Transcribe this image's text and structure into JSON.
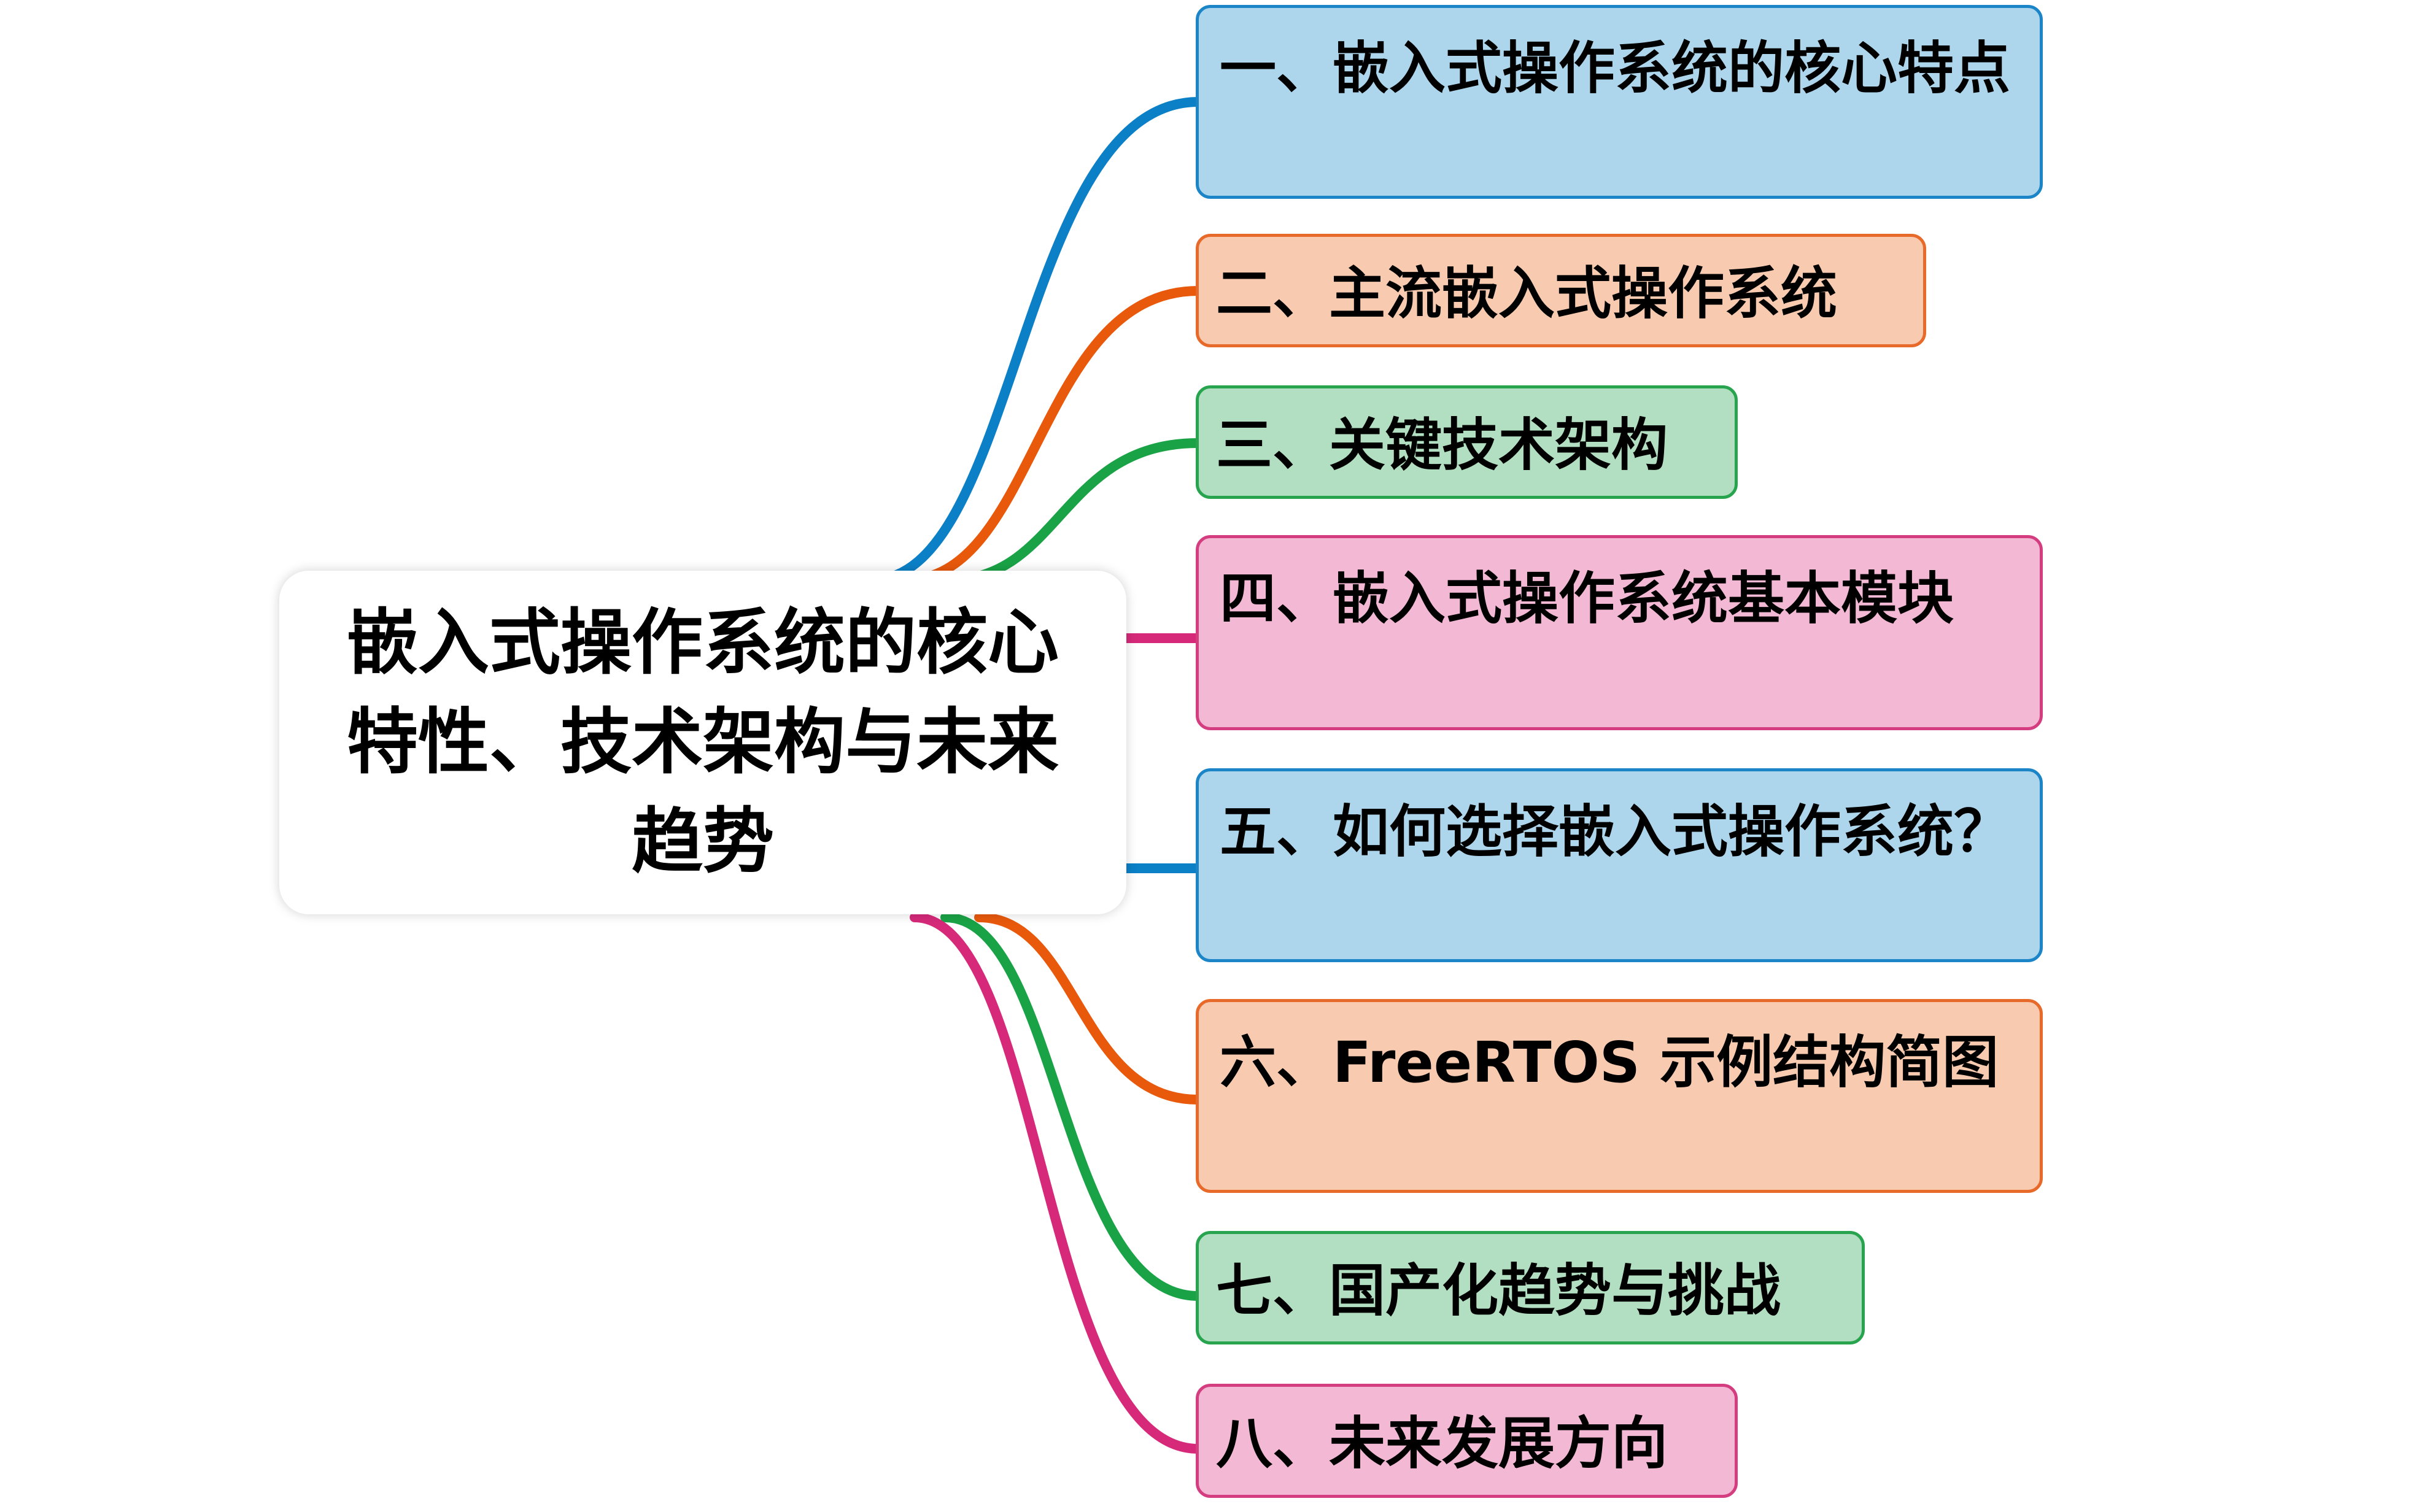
{
  "root": {
    "title": "嵌入式操作系统的核心特性、技术架构与未来趋势"
  },
  "palette": {
    "blue": {
      "stroke": "#0b80c7",
      "fill": "#add6ec",
      "border": "#1b85c8"
    },
    "orange": {
      "stroke": "#e8590c",
      "fill": "#f8cbb0",
      "border": "#e76a2a"
    },
    "green": {
      "stroke": "#1aa346",
      "fill": "#b2dfc1",
      "border": "#28a44f"
    },
    "pink": {
      "stroke": "#d6297a",
      "fill": "#f3b9d4",
      "border": "#d43e80"
    }
  },
  "branches": [
    {
      "label": "一、嵌入式操作系统的核心特点",
      "color": "blue"
    },
    {
      "label": "二、主流嵌入式操作系统",
      "color": "orange"
    },
    {
      "label": "三、关键技术架构",
      "color": "green"
    },
    {
      "label": "四、嵌入式操作系统基本模块",
      "color": "pink"
    },
    {
      "label": "五、如何选择嵌入式操作系统？",
      "color": "blue"
    },
    {
      "label": "六、FreeRTOS 示例结构简图",
      "color": "orange"
    },
    {
      "label": "七、国产化趋势与挑战",
      "color": "green"
    },
    {
      "label": "八、未来发展方向",
      "color": "pink"
    }
  ]
}
